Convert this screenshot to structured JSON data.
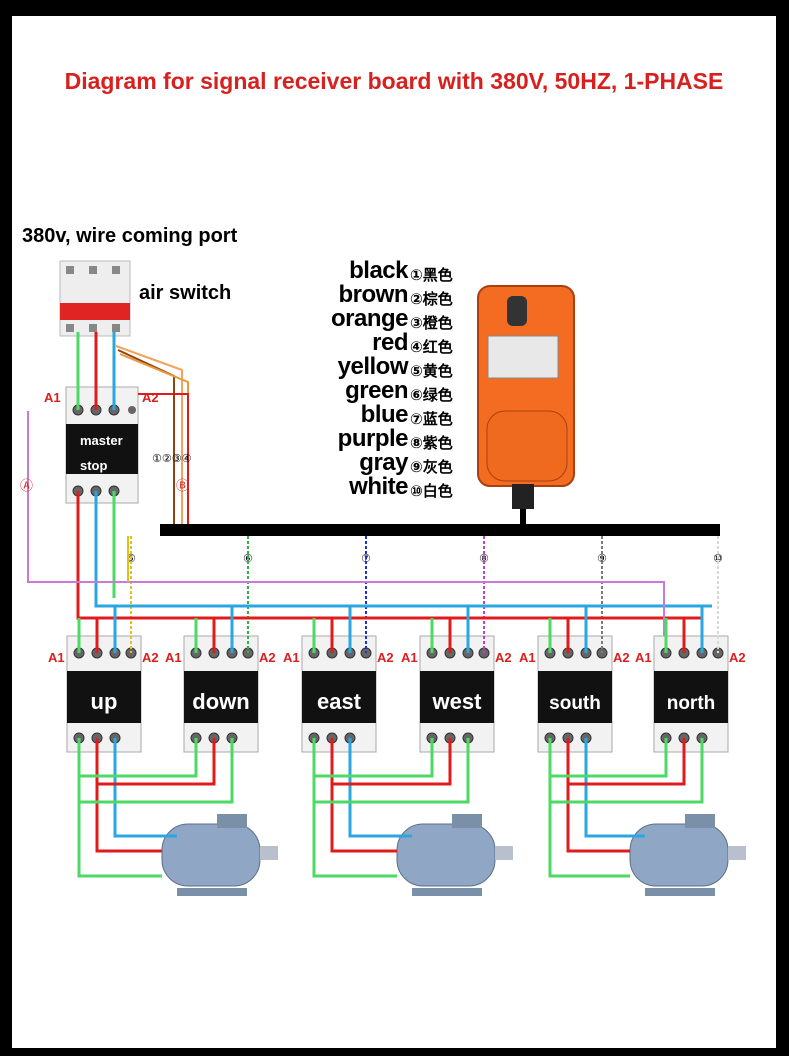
{
  "title": "Diagram for signal receiver board with 380V, 50HZ, 1-PHASE",
  "port_label": "380v, wire coming port",
  "air_switch_label": "air switch",
  "legend": [
    {
      "en": "black",
      "cn": "①黑色",
      "color": "#000000"
    },
    {
      "en": "brown",
      "cn": "②棕色",
      "color": "#8b4513"
    },
    {
      "en": "orange",
      "cn": "③橙色",
      "color": "#f28c28"
    },
    {
      "en": "red",
      "cn": "④红色",
      "color": "#e01b1b"
    },
    {
      "en": "yellow",
      "cn": "⑤黄色",
      "color": "#e0c020"
    },
    {
      "en": "green",
      "cn": "⑥绿色",
      "color": "#2fb34a"
    },
    {
      "en": "blue",
      "cn": "⑦蓝色",
      "color": "#1c2fd6"
    },
    {
      "en": "purple",
      "cn": "⑧紫色",
      "color": "#c640c6"
    },
    {
      "en": "gray",
      "cn": "⑨灰色",
      "color": "#7a7a7a"
    },
    {
      "en": "white",
      "cn": "⑩白色",
      "color": "#d8d8d8"
    }
  ],
  "master": {
    "line1": "master",
    "line2": "stop",
    "a1": "A1",
    "a2": "A2"
  },
  "bus_numbers": "①②③④",
  "branch_numbers": [
    "⑤",
    "⑥",
    "⑦",
    "⑧",
    "⑨",
    "⑩"
  ],
  "circle_a": "Ⓐ",
  "circle_b": "Ⓑ",
  "contactors": [
    {
      "name": "up",
      "a1": "A1",
      "a2": "A2"
    },
    {
      "name": "down",
      "a1": "A1",
      "a2": "A2"
    },
    {
      "name": "east",
      "a1": "A1",
      "a2": "A2"
    },
    {
      "name": "west",
      "a1": "A1",
      "a2": "A2"
    },
    {
      "name": "south",
      "a1": "A1",
      "a2": "A2"
    },
    {
      "name": "north",
      "a1": "A1",
      "a2": "A2"
    }
  ],
  "colors": {
    "red": "#e01b1b",
    "green": "#4cd964",
    "blue": "#2aa6e0",
    "purple": "#c77bd6",
    "orange": "#f5821f",
    "title": "#d8211f",
    "white_wire": "#dddddd"
  }
}
